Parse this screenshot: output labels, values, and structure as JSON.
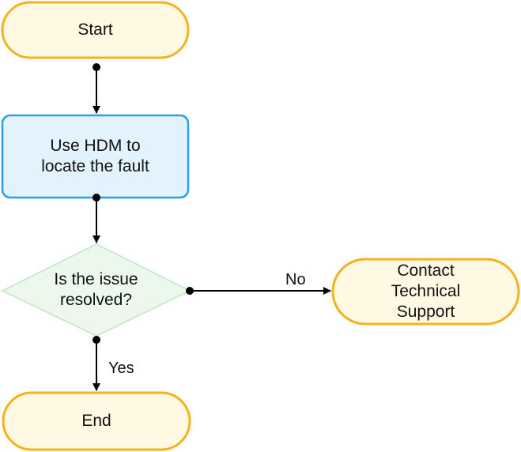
{
  "diagram": {
    "nodes": [
      {
        "id": "start",
        "kind": "terminal",
        "text": "Start"
      },
      {
        "id": "process",
        "kind": "process",
        "text": "Use HDM to\nlocate the fault"
      },
      {
        "id": "decision",
        "kind": "decision",
        "text": "Is the issue\nresolved?"
      },
      {
        "id": "contact",
        "kind": "terminal",
        "text": "Contact\nTechnical\nSupport"
      },
      {
        "id": "end",
        "kind": "terminal",
        "text": "End"
      }
    ],
    "edges": [
      {
        "from": "start",
        "to": "process",
        "label": ""
      },
      {
        "from": "process",
        "to": "decision",
        "label": ""
      },
      {
        "from": "decision",
        "to": "contact",
        "label": "No"
      },
      {
        "from": "decision",
        "to": "end",
        "label": "Yes"
      }
    ],
    "colors": {
      "terminal_fill": "#fff8e3",
      "terminal_stroke": "#f2b31b",
      "process_fill": "#e3f3fd",
      "process_stroke": "#28a0ec",
      "decision_fill": "#edf8ec",
      "decision_stroke": "#c8ebc8",
      "connector": "#000000"
    }
  }
}
